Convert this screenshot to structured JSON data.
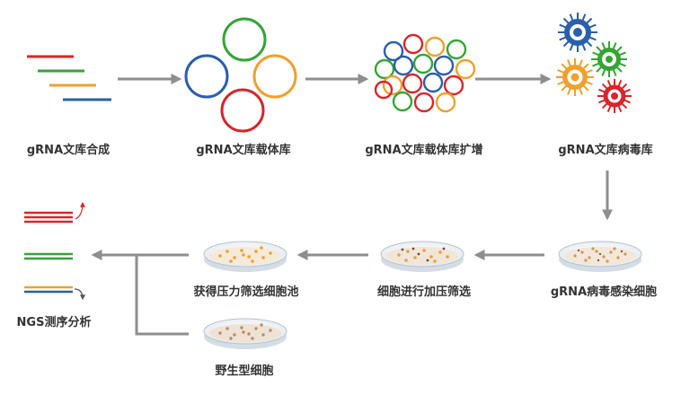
{
  "steps": {
    "s1": "gRNA文库合成",
    "s2": "gRNA文库载体库",
    "s3": "gRNA文库载体库扩增",
    "s4": "gRNA文库病毒库",
    "s5": "gRNA病毒感染细胞",
    "s6": "细胞进行加压筛选",
    "s7": "获得压力筛选细胞池",
    "s8": "野生型细胞",
    "s9": "NGS测序分析"
  },
  "colors": {
    "red": "#d7262b",
    "green": "#34a535",
    "orange": "#f0a02c",
    "blue": "#2a5fab",
    "arrow": "#8e8e8e",
    "text": "#333333"
  }
}
